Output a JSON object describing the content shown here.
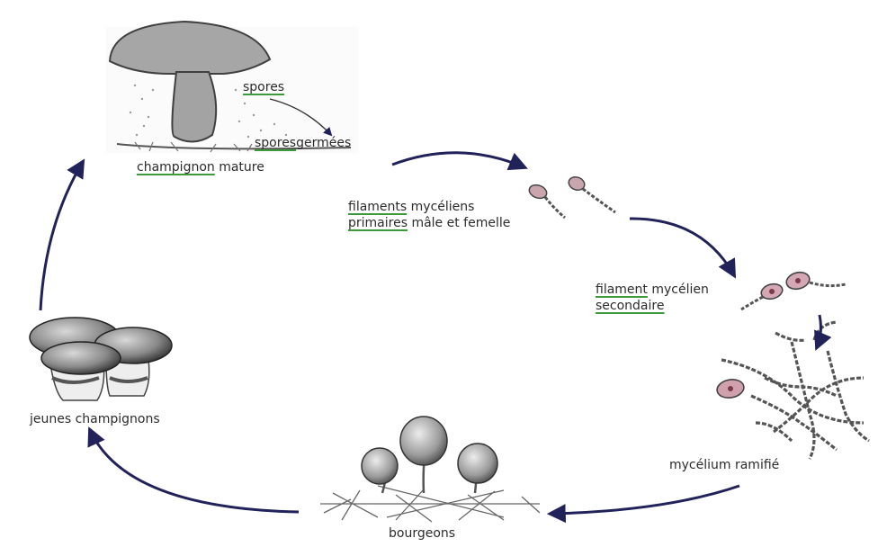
{
  "diagram": {
    "stages": {
      "mature": {
        "word1": "champignon",
        "word2": "mature"
      },
      "spores": {
        "label": "spores"
      },
      "germinated": {
        "word1": "spores",
        "word2": "germées"
      },
      "primary": {
        "line1_word1": "filaments",
        "line1_word2": "mycéliens",
        "line2_word1": "primaires",
        "line2_word2": "mâle et femelle"
      },
      "secondary": {
        "line1_word1": "filament",
        "line1_word2": "mycélien",
        "line2_word1": "secondaire"
      },
      "branched": {
        "label": "mycélium ramifié"
      },
      "buds": {
        "label": "bourgeons"
      },
      "young": {
        "label": "jeunes champignons"
      }
    },
    "colors": {
      "arrow": "#22225a",
      "underline": "#3c9a3c",
      "cap": "#a3a3a3",
      "tissue": "#8a8a8a"
    }
  }
}
